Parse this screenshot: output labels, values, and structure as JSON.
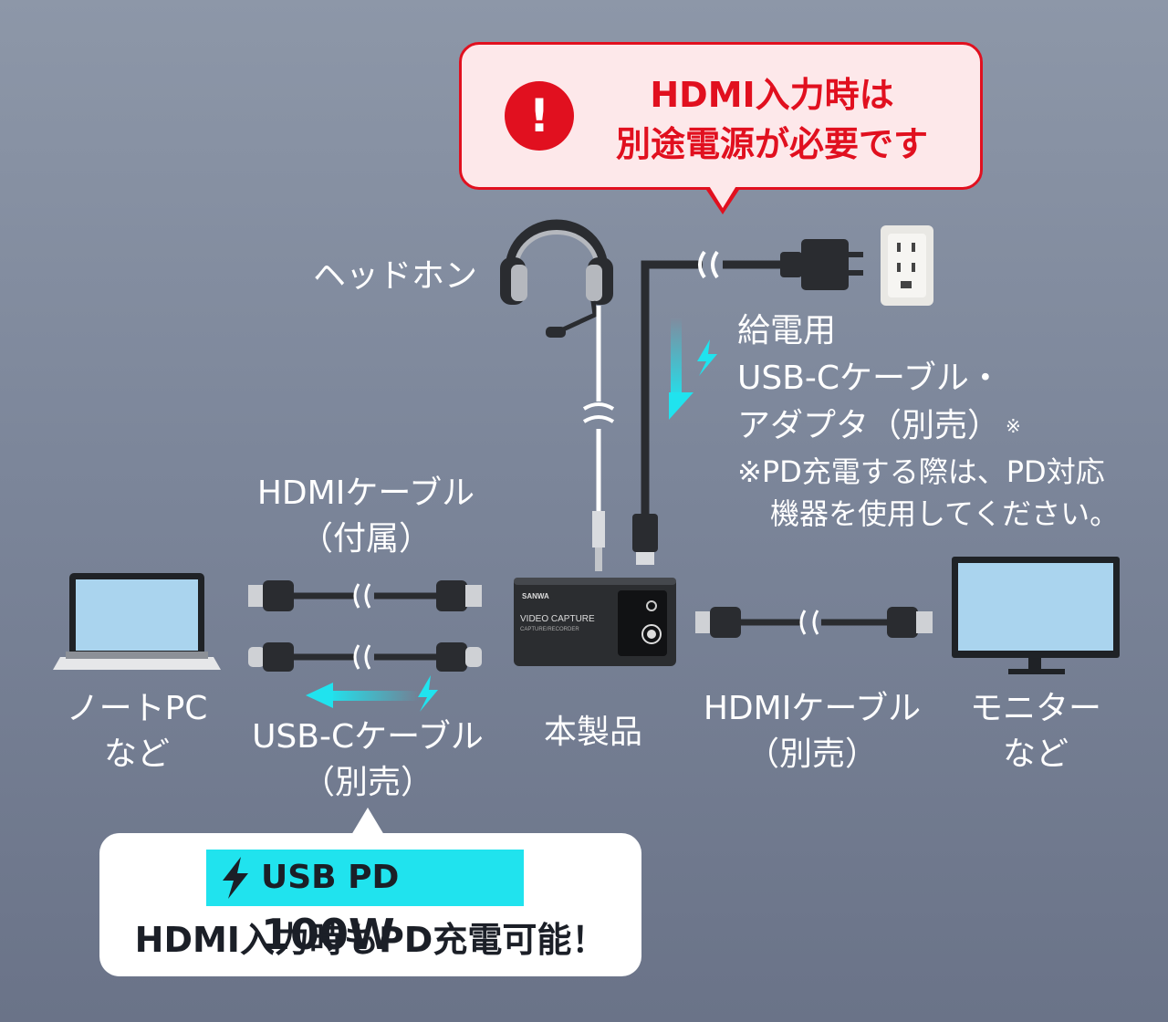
{
  "warning": {
    "line1": "HDMI入力時は",
    "line2": "別途電源が必要です",
    "icon": "exclamation-icon",
    "color": "#e1101f"
  },
  "labels": {
    "headphone": "ヘッドホン",
    "power_line1": "給電用",
    "power_line2": "USB-Cケーブル・",
    "power_line3": "アダプタ（別売）",
    "power_mark": "※",
    "note_line1": "※PD充電する際は、PD対応",
    "note_line2": "機器を使用してください。",
    "hdmi_in_line1": "HDMIケーブル",
    "hdmi_in_line2": "（付属）",
    "laptop_line1": "ノートPC",
    "laptop_line2": "など",
    "usbc_line1": "USB-Cケーブル",
    "usbc_line2": "（別売）",
    "product": "本製品",
    "hdmi_out_line1": "HDMIケーブル",
    "hdmi_out_line2": "（別売）",
    "monitor_line1": "モニター",
    "monitor_line2": "など"
  },
  "device": {
    "brand": "SANWA",
    "name": "VIDEO CAPTURE",
    "sub": "CAPTURE/RECORDER"
  },
  "pd_bubble": {
    "badge_label": "USB PD",
    "badge_watt": "100W",
    "text": "HDMI入力時もPD充電可能！",
    "accent": "#20e3ee"
  }
}
